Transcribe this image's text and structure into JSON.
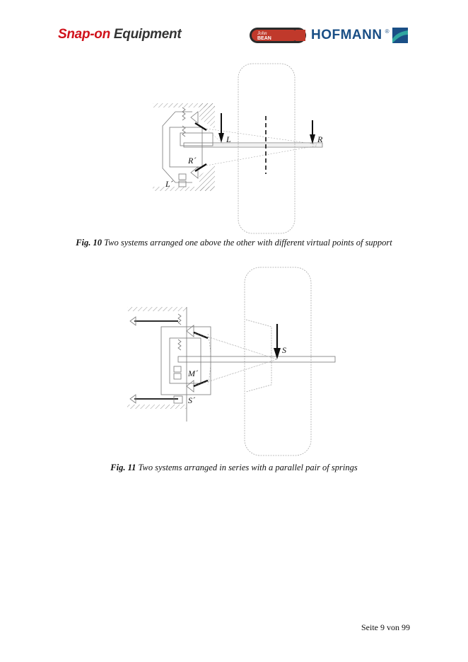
{
  "header": {
    "brand_left_snap": "Snap-on",
    "brand_left_equip": " Equipment",
    "badge_line1": "John",
    "badge_line2": "BEAN",
    "brand_right": "HOFMANN",
    "brand_right_reg": "®",
    "colors": {
      "snap_red": "#d0121b",
      "hofmann_blue": "#1a4f86",
      "badge_red": "#c0392b"
    }
  },
  "figure10": {
    "labels": {
      "L": "L",
      "R": "R",
      "R_prime": "R´",
      "L_prime": "L´"
    },
    "caption_num": "Fig. 10",
    "caption_text": " Two systems arranged one above the other with different virtual points of support"
  },
  "figure11": {
    "labels": {
      "S": "S",
      "M_prime": "M´",
      "S_prime": "S´"
    },
    "caption_num": "Fig. 11",
    "caption_text": " Two systems arranged in series with a parallel pair of springs"
  },
  "footer": {
    "page_label": "Seite 9 von 99"
  }
}
